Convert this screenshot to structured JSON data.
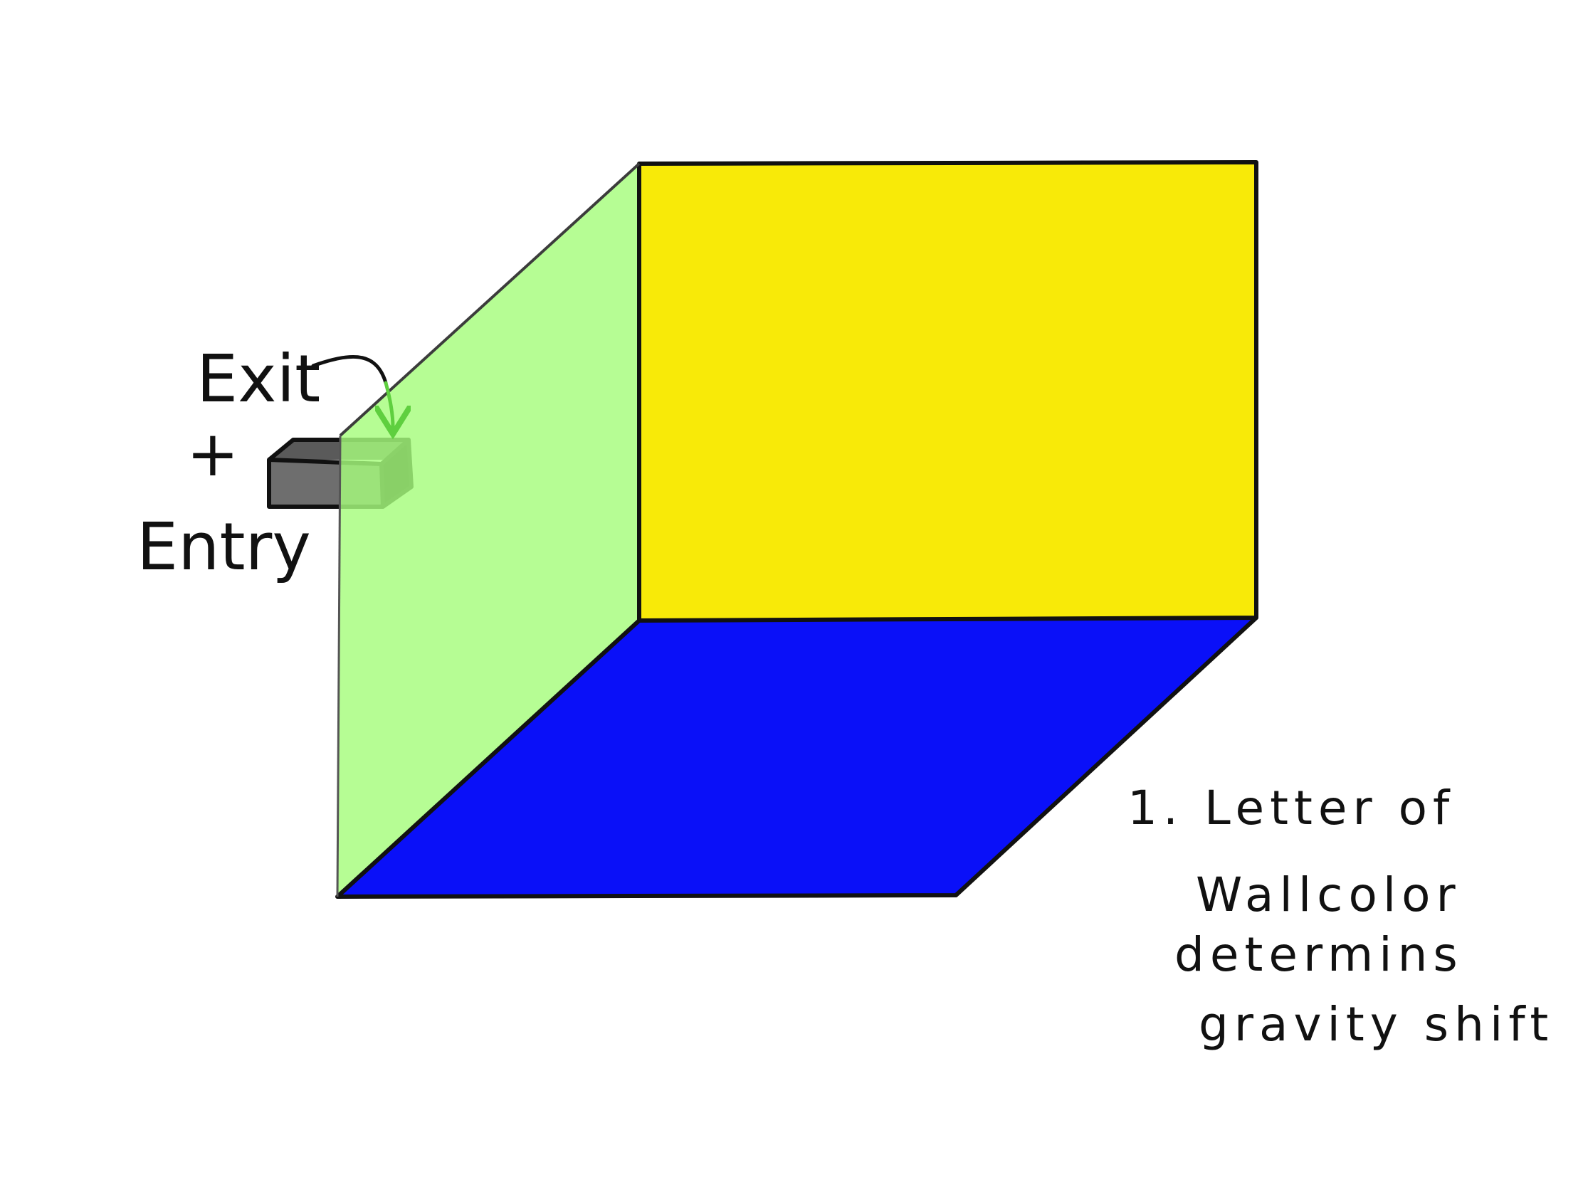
{
  "labels": {
    "exit": "Exit",
    "plus": "+",
    "entry": "Entry"
  },
  "note": {
    "line1": "1. Letter of",
    "line2": "Wallcolor",
    "line3": "determins",
    "line4": "gravity shift"
  },
  "colors": {
    "back_wall": "#f8ea08",
    "floor": "#0a10f8",
    "side_wall": "#a6fd7c",
    "edge": "#111111",
    "portal_body": "#6e6e6e",
    "portal_mouth": "#0a0a0a",
    "arrow": "#5fcf3f"
  }
}
